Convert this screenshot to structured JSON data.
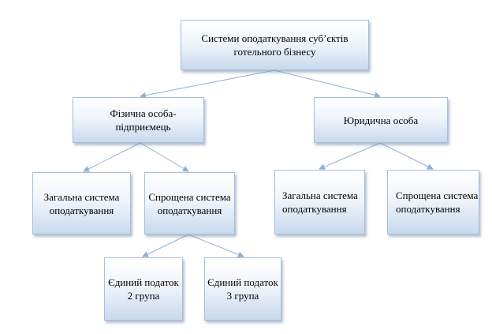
{
  "nodes": {
    "root": "Системи оподаткування суб’єктів готельного бізнесу",
    "fizychna": "Фізична особа-підприємець",
    "yurydychna": "Юридична особа",
    "f_zagalna": "Загальна система оподаткування",
    "f_sproshchena": "Спрощена система оподаткування",
    "yu_zagalna": "Загальна система оподаткування",
    "yu_sproshchena": "Спрощена система оподаткування",
    "yedynyi_2": "Єдиний податок 2 група",
    "yedynyi_3": "Єдиний податок 3 група"
  },
  "colors": {
    "border": "#a7bfdc",
    "fill_top": "#ffffff",
    "fill_bottom": "#c9d9ee",
    "connector": "#8fb0d8"
  }
}
